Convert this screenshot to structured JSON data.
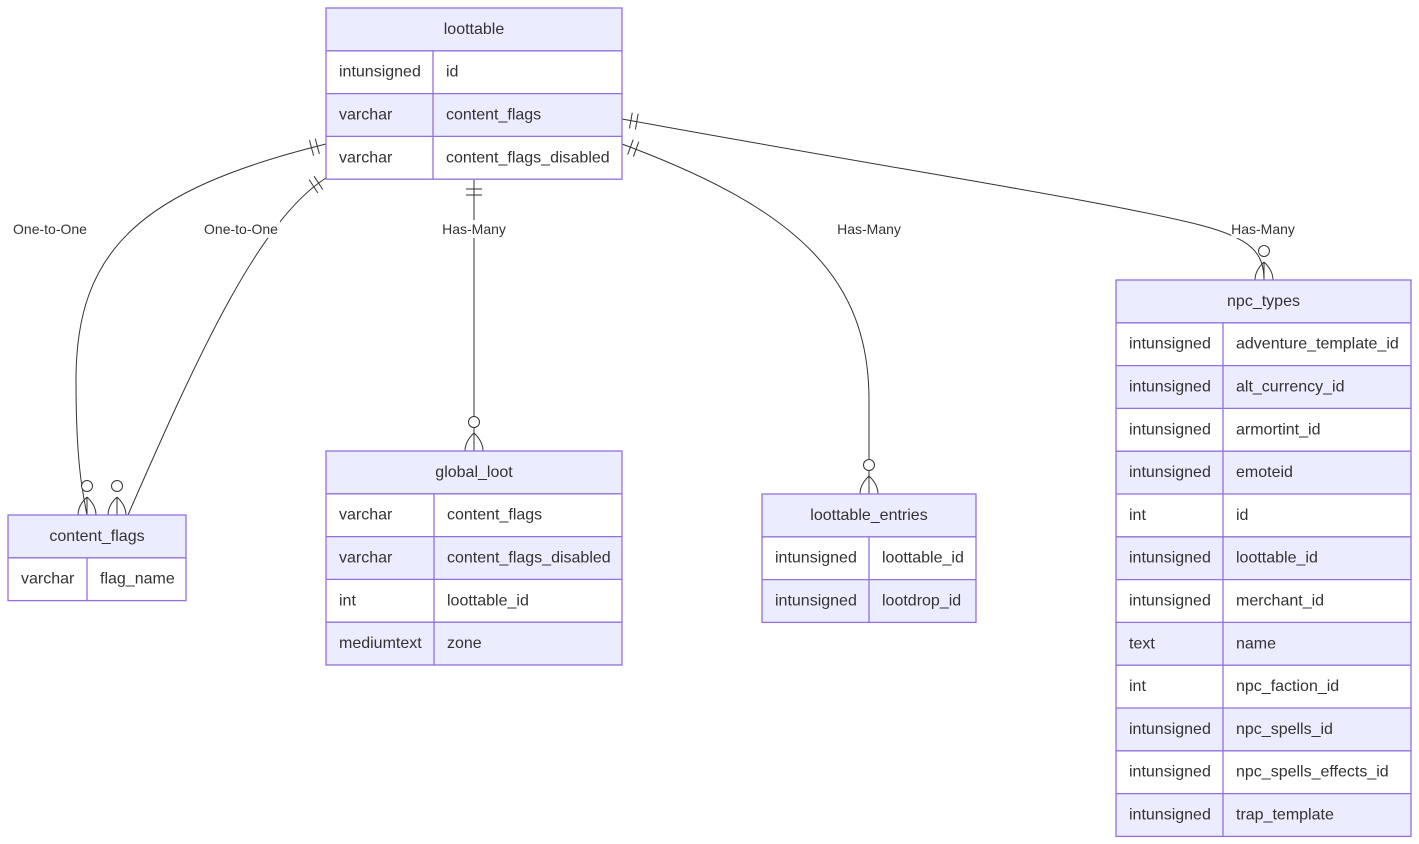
{
  "entities": [
    {
      "key": "loottable",
      "name": "loottable",
      "attributes": [
        {
          "type": "intunsigned",
          "name": "id"
        },
        {
          "type": "varchar",
          "name": "content_flags"
        },
        {
          "type": "varchar",
          "name": "content_flags_disabled"
        }
      ]
    },
    {
      "key": "content_flags",
      "name": "content_flags",
      "attributes": [
        {
          "type": "varchar",
          "name": "flag_name"
        }
      ]
    },
    {
      "key": "global_loot",
      "name": "global_loot",
      "attributes": [
        {
          "type": "varchar",
          "name": "content_flags"
        },
        {
          "type": "varchar",
          "name": "content_flags_disabled"
        },
        {
          "type": "int",
          "name": "loottable_id"
        },
        {
          "type": "mediumtext",
          "name": "zone"
        }
      ]
    },
    {
      "key": "loottable_entries",
      "name": "loottable_entries",
      "attributes": [
        {
          "type": "intunsigned",
          "name": "loottable_id"
        },
        {
          "type": "intunsigned",
          "name": "lootdrop_id"
        }
      ]
    },
    {
      "key": "npc_types",
      "name": "npc_types",
      "attributes": [
        {
          "type": "intunsigned",
          "name": "adventure_template_id"
        },
        {
          "type": "intunsigned",
          "name": "alt_currency_id"
        },
        {
          "type": "intunsigned",
          "name": "armortint_id"
        },
        {
          "type": "intunsigned",
          "name": "emoteid"
        },
        {
          "type": "int",
          "name": "id"
        },
        {
          "type": "intunsigned",
          "name": "loottable_id"
        },
        {
          "type": "intunsigned",
          "name": "merchant_id"
        },
        {
          "type": "text",
          "name": "name"
        },
        {
          "type": "int",
          "name": "npc_faction_id"
        },
        {
          "type": "intunsigned",
          "name": "npc_spells_id"
        },
        {
          "type": "intunsigned",
          "name": "npc_spells_effects_id"
        },
        {
          "type": "intunsigned",
          "name": "trap_template"
        }
      ]
    }
  ],
  "relationships": [
    {
      "from": "loottable",
      "to": "content_flags",
      "label": "One-to-One",
      "from_cardinality": "exactly-one",
      "to_cardinality": "zero-or-many"
    },
    {
      "from": "loottable",
      "to": "content_flags",
      "label": "One-to-One",
      "from_cardinality": "exactly-one",
      "to_cardinality": "zero-or-many"
    },
    {
      "from": "loottable",
      "to": "global_loot",
      "label": "Has-Many",
      "from_cardinality": "exactly-one",
      "to_cardinality": "zero-or-many"
    },
    {
      "from": "loottable",
      "to": "loottable_entries",
      "label": "Has-Many",
      "from_cardinality": "exactly-one",
      "to_cardinality": "zero-or-many"
    },
    {
      "from": "loottable",
      "to": "npc_types",
      "label": "Has-Many",
      "from_cardinality": "exactly-one",
      "to_cardinality": "zero-or-many"
    }
  ],
  "colors": {
    "border": "#9370DB",
    "header_fill": "#ECECFF",
    "row_alt_fill": "#ECECFF",
    "row_fill": "#FFFFFF",
    "text": "#333333",
    "line": "#333333"
  }
}
